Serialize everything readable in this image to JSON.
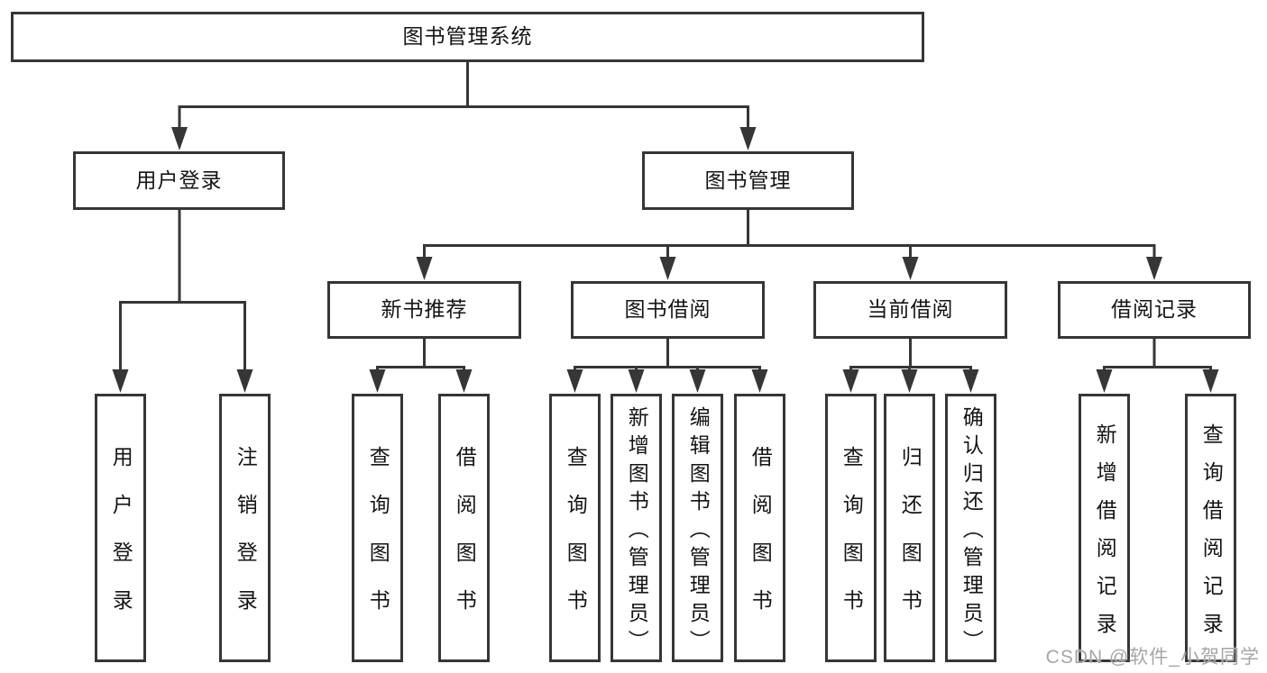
{
  "title": "图书管理系统",
  "watermark": "CSDN @软件_小贺同学",
  "colors": {
    "line": "#363636",
    "box_border": "#363636",
    "text": "#141414",
    "watermark": "#a6a6a6",
    "background": "#ffffff"
  },
  "tree": {
    "root": "图书管理系统",
    "level2": [
      {
        "label": "用户登录",
        "children": [
          "用户登录",
          "注销登录"
        ]
      },
      {
        "label": "图书管理",
        "groups": [
          {
            "label": "新书推荐",
            "children": [
              "查询图书",
              "借阅图书"
            ]
          },
          {
            "label": "图书借阅",
            "children": [
              "查询图书",
              "新增图书（管理员）",
              "编辑图书（管理员）",
              "借阅图书"
            ]
          },
          {
            "label": "当前借阅",
            "children": [
              "查询图书",
              "归还图书",
              "确认归还（管理员）"
            ]
          },
          {
            "label": "借阅记录",
            "children": [
              "新增借阅记录",
              "查询借阅记录"
            ]
          }
        ]
      }
    ]
  }
}
